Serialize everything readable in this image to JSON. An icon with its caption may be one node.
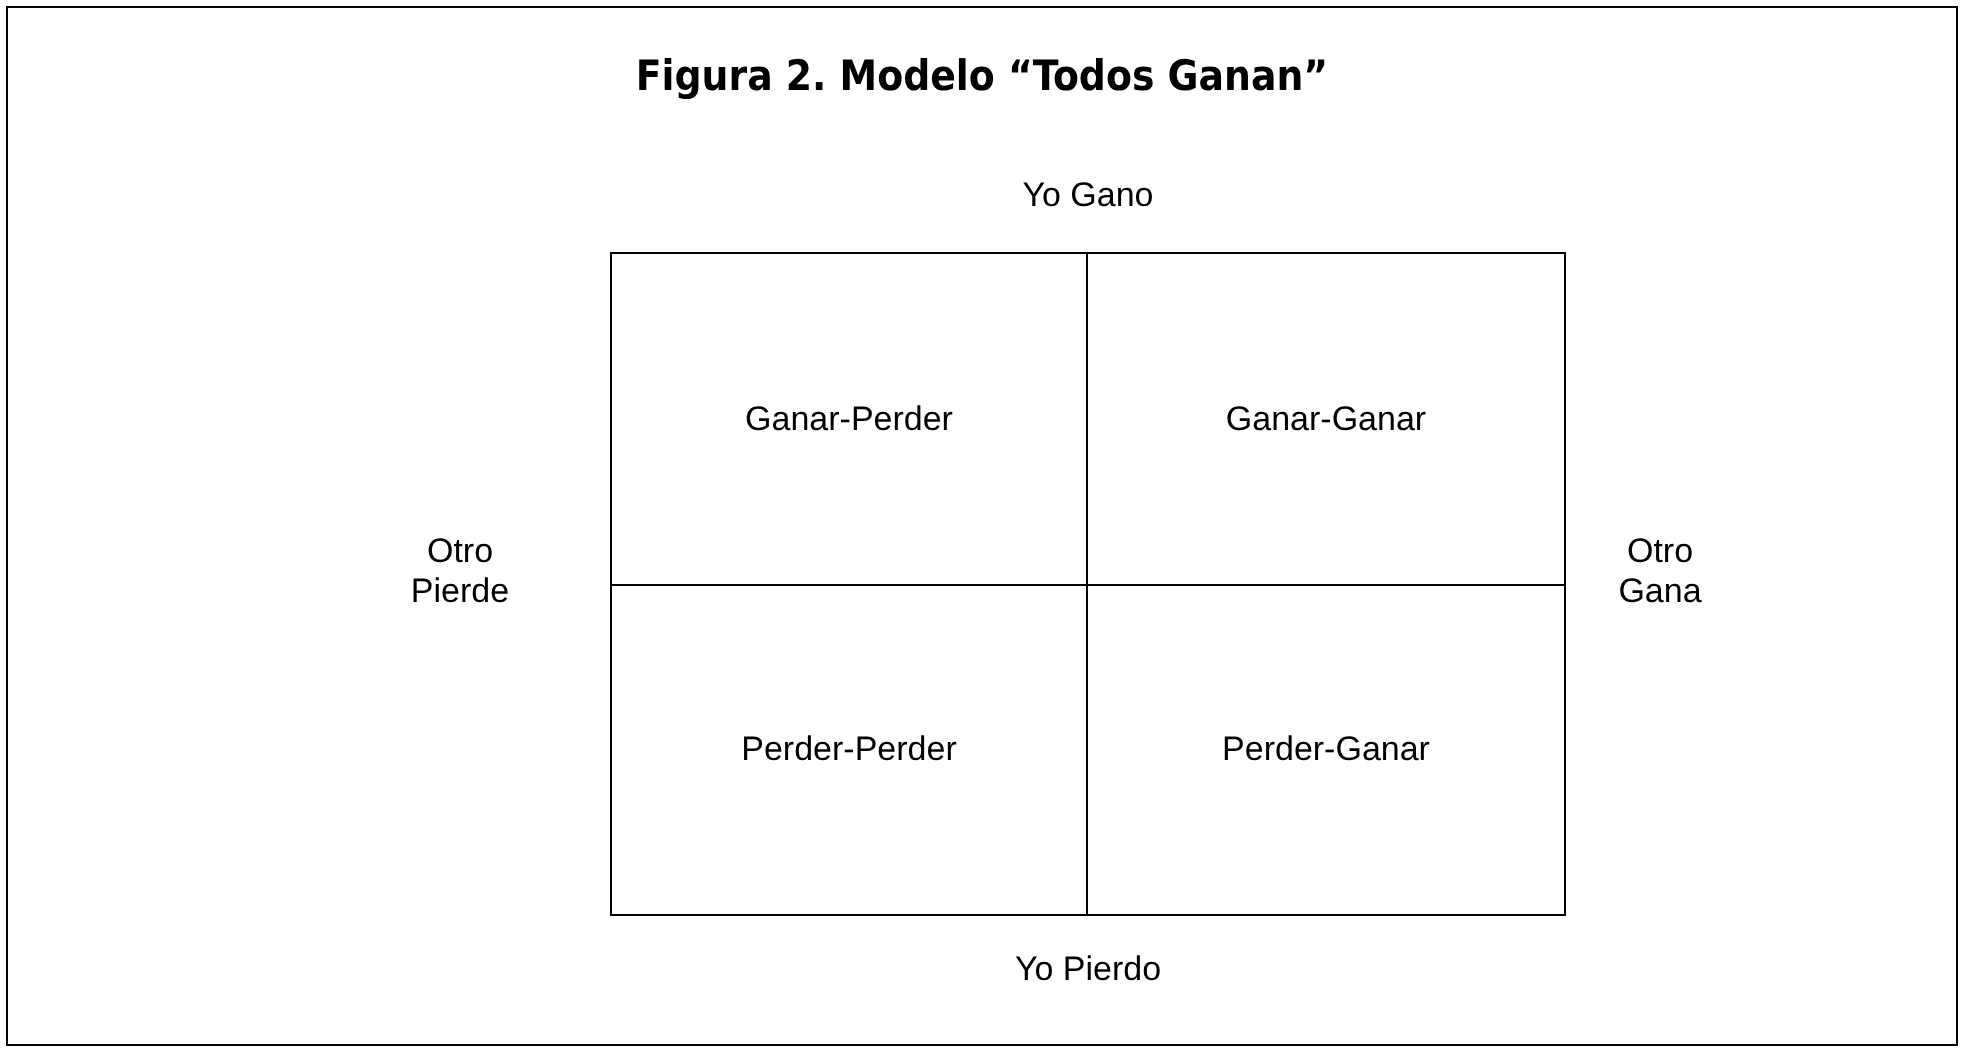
{
  "diagram": {
    "title": "Figura 2. Modelo “Todos Ganan”",
    "nodes": [
      {
        "text": [
          "Ganar-Perder"
        ]
      },
      {
        "text": [
          "Ganar-Ganar"
        ]
      },
      {
        "text": [
          "Perder-Perder"
        ]
      },
      {
        "text": [
          "Perder-Ganar"
        ]
      }
    ],
    "labels": [
      "Yo Gano",
      "Otro Pierde",
      "Otro Gana",
      "Yo Pierdo"
    ]
  }
}
